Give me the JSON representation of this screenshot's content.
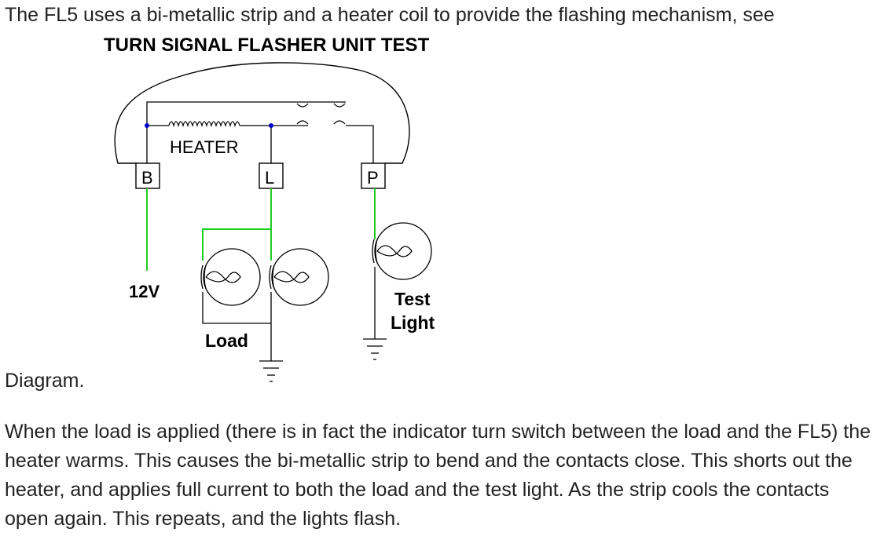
{
  "article": {
    "intro": "The FL5 uses a bi-metallic strip and a heater coil to provide the flashing mechanism, see",
    "intro_end": "Diagram.",
    "explanation": "When the load is applied (there is in fact the indicator turn switch between the load and the FL5) the heater warms. This causes the bi-metallic strip to bend and the contacts close. This shorts out the heater, and applies full current to both the load and the test light. As the strip cools the contacts open again. This repeats, and the lights flash."
  },
  "diagram": {
    "title": "TURN SIGNAL FLASHER UNIT TEST",
    "heater_label": "HEATER",
    "terminal_b": "B",
    "terminal_l": "L",
    "terminal_p": "P",
    "supply_label": "12V",
    "load_label": "Load",
    "test_label_line1": "Test",
    "test_label_line2": "Light",
    "wire_color": "#22cc22",
    "line_color": "#000000",
    "lamp_icon": "bulb-icon",
    "ground_icon": "ground-icon"
  }
}
